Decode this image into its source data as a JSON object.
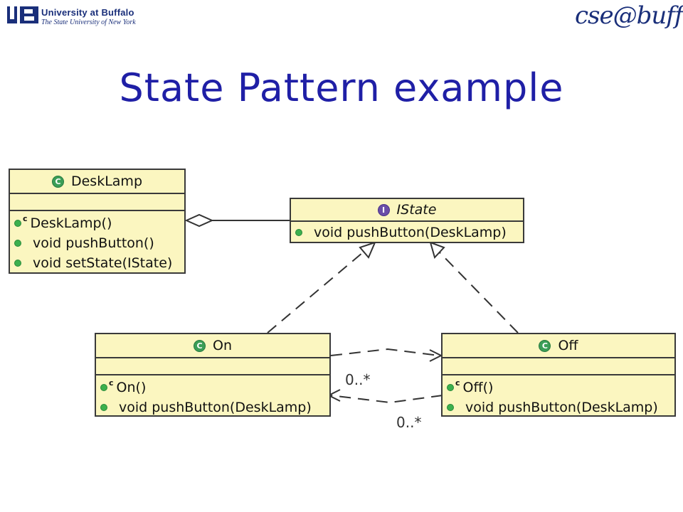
{
  "header": {
    "university_line1": "University at Buffalo",
    "university_line2": "The State University of New York",
    "dept_logo_text": "cse@buffalo"
  },
  "slide": {
    "title": "State Pattern example"
  },
  "diagram": {
    "classes": {
      "desklamp": {
        "name": "DeskLamp",
        "stereotype_icon": "class-icon",
        "operations": [
          "DeskLamp()",
          "void pushButton()",
          "void setState(IState)"
        ]
      },
      "istate": {
        "name": "IState",
        "stereotype_icon": "interface-icon",
        "operations": [
          "void pushButton(DeskLamp)"
        ]
      },
      "on": {
        "name": "On",
        "stereotype_icon": "class-icon",
        "operations": [
          "On()",
          "void pushButton(DeskLamp)"
        ]
      },
      "off": {
        "name": "Off",
        "stereotype_icon": "class-icon",
        "operations": [
          "Off()",
          "void pushButton(DeskLamp)"
        ]
      }
    },
    "multiplicities": {
      "on_to_off": "0..*",
      "off_to_on": "0..*"
    },
    "colors": {
      "title": "#1f1fa6",
      "box_fill": "#fbf6c0",
      "box_border": "#3a3a3a",
      "class_icon": "#3b9e57",
      "interface_icon": "#6a4ea8"
    }
  }
}
